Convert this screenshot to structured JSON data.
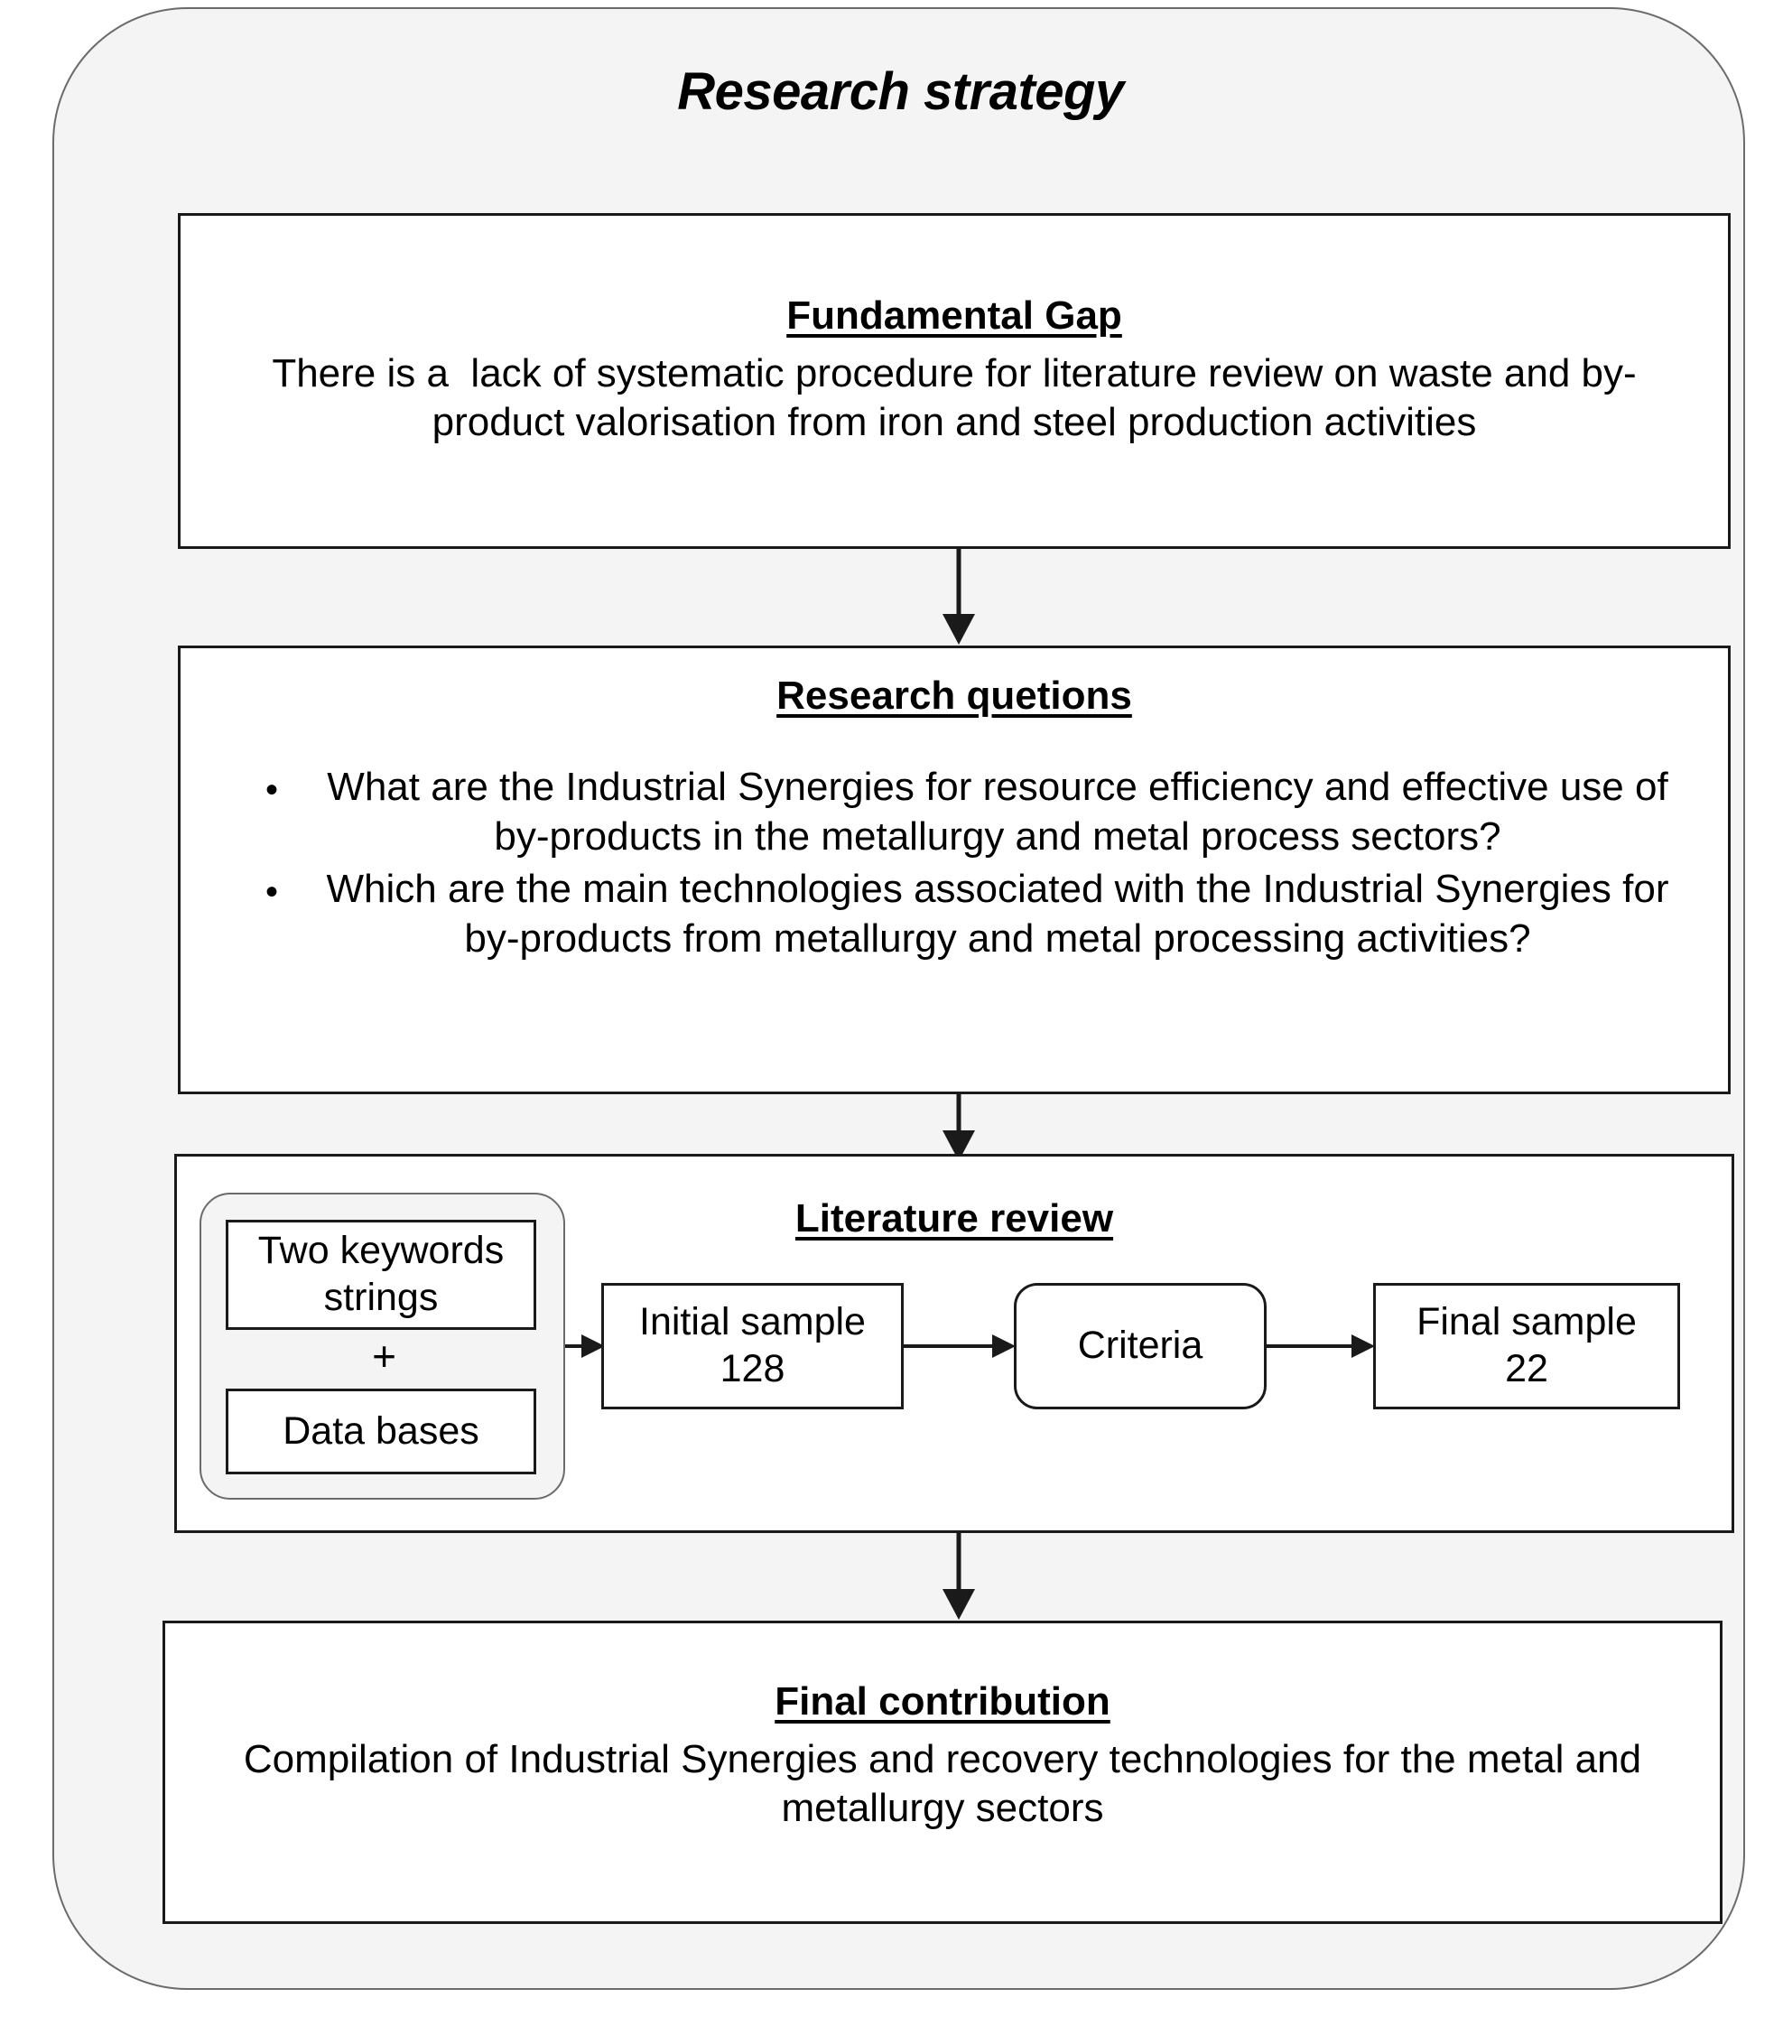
{
  "title": "Research strategy",
  "theme": {
    "container_bg": "#f4f4f4",
    "container_border": "#6b6b6b",
    "box_bg": "#ffffff",
    "box_border": "#1a1a1a",
    "text": "#000000"
  },
  "sections": {
    "fundamental_gap": {
      "heading": "Fundamental Gap",
      "body": "There is a  lack of systematic procedure for literature review on waste and by-product valorisation from iron and steel production activities"
    },
    "research_questions": {
      "heading": "Research quetions",
      "bullet_glyph": "•",
      "items": [
        "What are the Industrial Synergies for resource efficiency and effective use of by-products in the metallurgy and metal process sectors?",
        "Which are the main technologies associated with the Industrial Synergies for by-products from metallurgy and metal processing activities?"
      ]
    },
    "literature_review": {
      "heading": "Literature review",
      "keywords_group": {
        "two_keywords": "Two keywords\nstrings",
        "plus": "+",
        "data_bases": "Data bases"
      },
      "initial_sample": "Initial sample\n128",
      "criteria": "Criteria",
      "final_sample": "Final sample\n22"
    },
    "final_contribution": {
      "heading": "Final contribution",
      "body": "Compilation of Industrial Synergies and recovery technologies for the metal and  metallurgy sectors"
    }
  }
}
